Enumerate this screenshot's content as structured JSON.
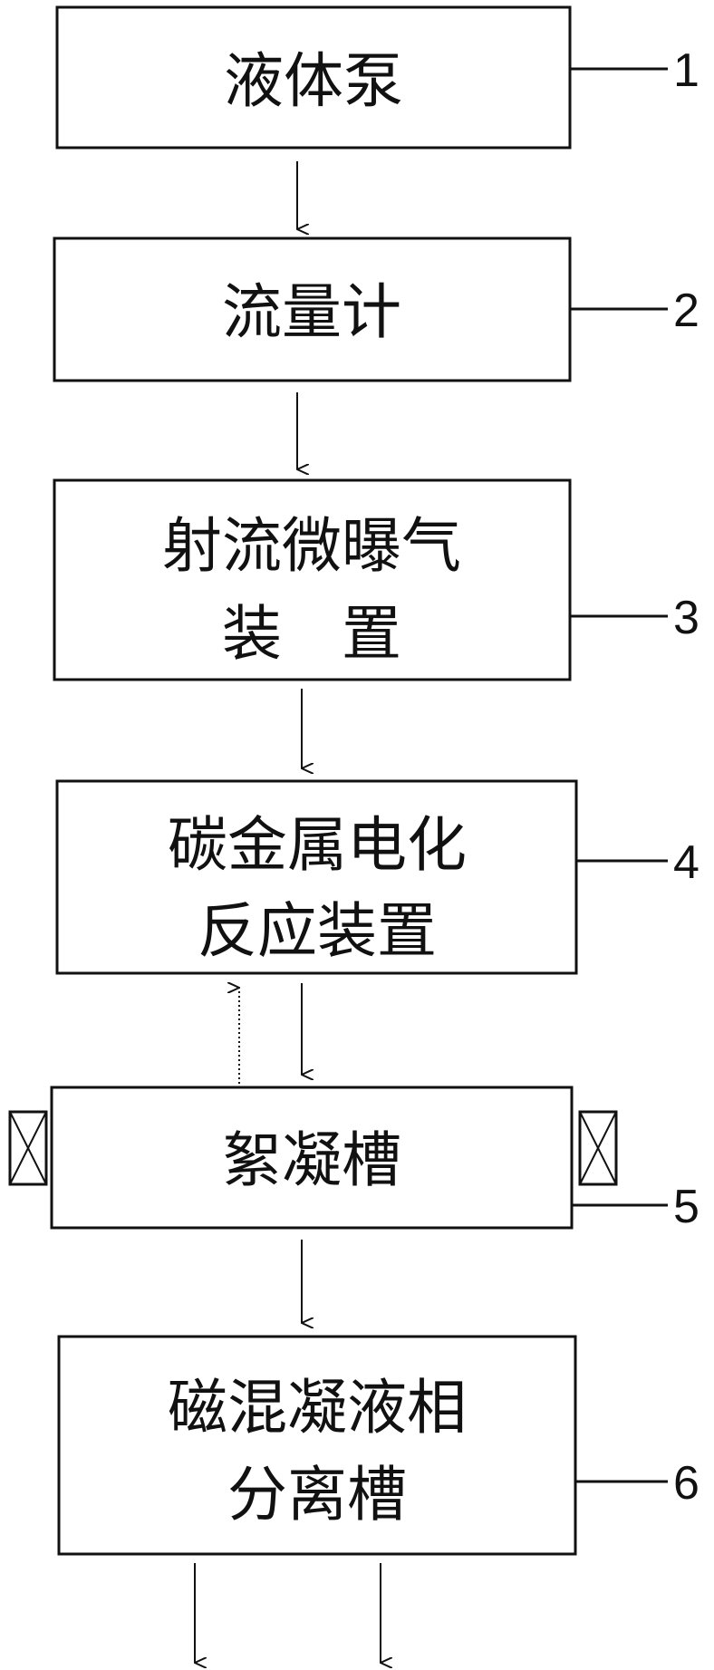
{
  "boxes": [
    {
      "id": 1,
      "lines": [
        "液体泵"
      ],
      "number": "1"
    },
    {
      "id": 2,
      "lines": [
        "流量计"
      ],
      "number": "2"
    },
    {
      "id": 3,
      "lines": [
        "射流微曝气",
        "装　置"
      ],
      "number": "3"
    },
    {
      "id": 4,
      "lines": [
        "碳金属电化",
        "反应装置"
      ],
      "number": "4"
    },
    {
      "id": 5,
      "lines": [
        "絮凝槽"
      ],
      "number": "5"
    },
    {
      "id": 6,
      "lines": [
        "磁混凝液相",
        "分离槽"
      ],
      "number": "6"
    }
  ],
  "colors": {
    "stroke": "#111111",
    "background": "#ffffff"
  },
  "icons": {
    "magnet_left": "crossed-box-icon",
    "magnet_right": "crossed-box-icon"
  }
}
